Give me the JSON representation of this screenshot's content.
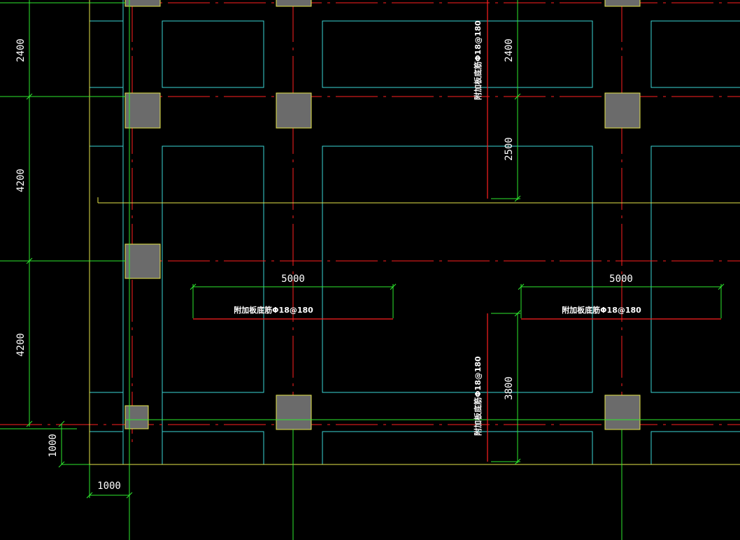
{
  "colors": {
    "background": "#000000",
    "axis": "#ff2020",
    "beam_outline": "#3ad6d6",
    "slab_edge": "#e6e64a",
    "column_fill": "#6b6b6b",
    "column_edge": "#e6e64a",
    "dimension": "#2ee82e",
    "text": "#ffffff"
  },
  "dimensions": {
    "left_top": "2400",
    "left_mid": "4200",
    "left_bottom": "4200",
    "left_offset": "1000",
    "bottom_offset": "1000",
    "right_top": "2400",
    "right_mid": "2500",
    "right_bottom": "3800",
    "span_left": "5000",
    "span_right": "5000"
  },
  "annotations": {
    "rebar_top_vertical": "附加板底筋Φ18@180",
    "rebar_left_horizontal": "附加板底筋Φ18@180",
    "rebar_right_horizontal": "附加板底筋Φ18@180",
    "rebar_bottom_vertical": "附加板底筋Φ18@180"
  }
}
